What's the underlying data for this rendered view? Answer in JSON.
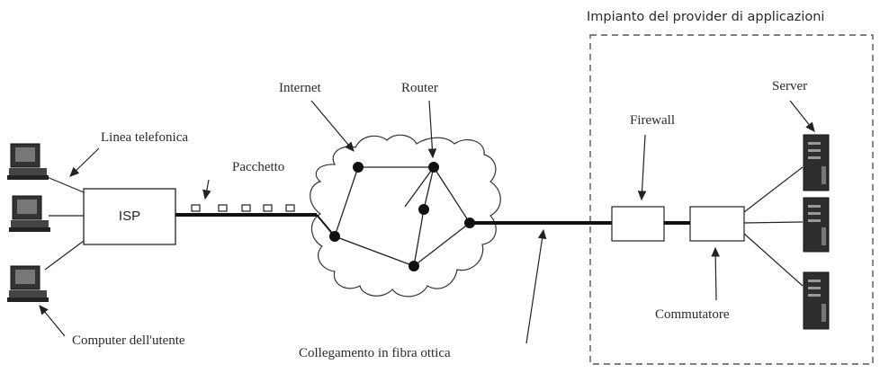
{
  "diagram": {
    "provider_title": "Impianto del provider di applicazioni",
    "labels": {
      "linea_telefonica": "Linea telefonica",
      "pacchetto": "Pacchetto",
      "internet": "Internet",
      "router": "Router",
      "firewall": "Firewall",
      "server": "Server",
      "isp": "ISP",
      "computer_utente": "Computer dell'utente",
      "collegamento_fibra": "Collegamento in fibra ottica",
      "commutatore": "Commutatore"
    },
    "icons": [
      "user-computer-icon",
      "server-icon",
      "router-node-icon",
      "packet-icon"
    ],
    "colors": {
      "stroke": "#222222",
      "dashed_border": "#555555",
      "server_fill": "#3a3a3a"
    }
  }
}
